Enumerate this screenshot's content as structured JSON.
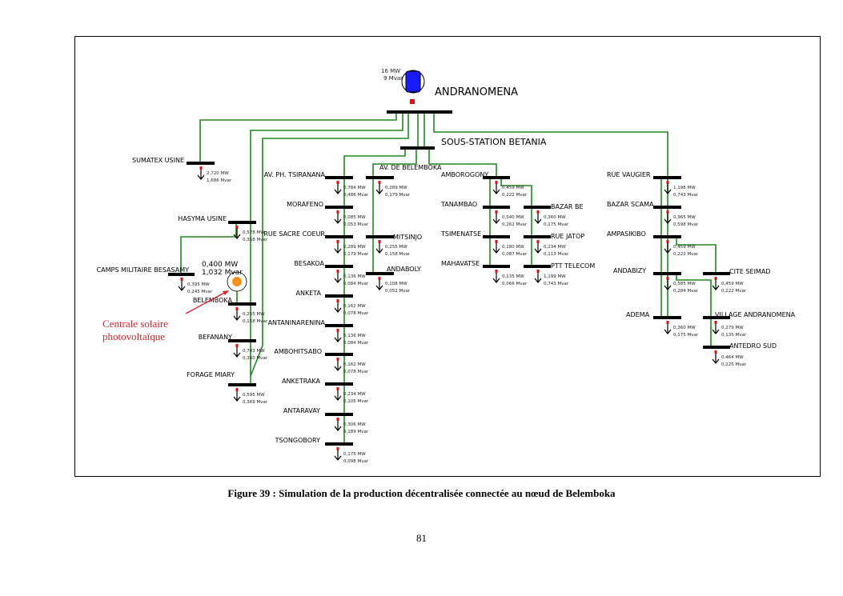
{
  "generator": {
    "name": "ANDRANOMENA",
    "p": "16 MW",
    "q": "9 Mvar"
  },
  "substation": {
    "name": "SOUS-STATION BETANIA"
  },
  "solar": {
    "p": "0,400 MW",
    "q": "1,032 Mvar",
    "label_line1": "Centrale solaire",
    "label_line2": "photovoltaïque",
    "color": "#f5901e"
  },
  "buses": [
    {
      "name": "SUMATEX USINE",
      "p": "2,720 MW",
      "q": "1,686 Mvar"
    },
    {
      "name": "HASYMA USINE",
      "p": "0,578 MW",
      "q": "0,358 Mvar"
    },
    {
      "name": "CAMPS MILITAIRE BESASAMY",
      "p": "0,395 MW",
      "q": "0,245 Mvar"
    },
    {
      "name": "BELEMBOKA",
      "p": "0,255 MW",
      "q": "0,158 Mvar"
    },
    {
      "name": "BEFANANY",
      "p": "0,743 MW",
      "q": "0,360 Mvar"
    },
    {
      "name": "FORAGE MIARY",
      "p": "0,595 MW",
      "q": "0,369 Mvar"
    },
    {
      "name": "AV. PH. TSIRANANA",
      "p": "0,784 MW",
      "q": "0,486 Mvar"
    },
    {
      "name": "MORAFENO",
      "p": "0,085 MW",
      "q": "0,053 Mvar"
    },
    {
      "name": "RUE SACRE COEUR",
      "p": "0,289 MW",
      "q": "0,179 Mvar"
    },
    {
      "name": "BESAKOA",
      "p": "0,136 MW",
      "q": "0,084 Mvar"
    },
    {
      "name": "ANKETA",
      "p": "0,162 MW",
      "q": "0,078 Mvar"
    },
    {
      "name": "ANTANINARENINA",
      "p": "0,136 MW",
      "q": "0,084 Mvar"
    },
    {
      "name": "AMBOHITSABO",
      "p": "0,162 MW",
      "q": "0,078 Mvar"
    },
    {
      "name": "ANKETRAKA",
      "p": "0,234 MW",
      "q": "0,105 Mvar"
    },
    {
      "name": "ANTARAVAY",
      "p": "0,306 MW",
      "q": "0,189 Mvar"
    },
    {
      "name": "TSONGOBORY",
      "p": "0,175 MW",
      "q": "0,098 Mvar"
    },
    {
      "name": "AV. DE BELEMBOKA",
      "p": "0,289 MW",
      "q": "0,179 Mvar"
    },
    {
      "name": "MITSINJO",
      "p": "0,255 MW",
      "q": "0,158 Mvar"
    },
    {
      "name": "ANDABOLY",
      "p": "0,108 MW",
      "q": "0,052 Mvar"
    },
    {
      "name": "AMBOROGONY",
      "p": "0,459 MW",
      "q": "0,222 Mvar"
    },
    {
      "name": "TANAMBAO",
      "p": "0,540 MW",
      "q": "0,262 Mvar"
    },
    {
      "name": "TSIMENATSE",
      "p": "0,180 MW",
      "q": "0,087 Mvar"
    },
    {
      "name": "MAHAVATSE",
      "p": "0,135 MW",
      "q": "0,066 Mvar"
    },
    {
      "name": "BAZAR BE",
      "p": "0,360 MW",
      "q": "0,175 Mvar"
    },
    {
      "name": "RUE JATOP",
      "p": "0,234 MW",
      "q": "0,113 Mvar"
    },
    {
      "name": "PTT TELECOM",
      "p": "1,199 MW",
      "q": "0,743 Mvar"
    },
    {
      "name": "RUE VAUGIER",
      "p": "1,198 MW",
      "q": "0,743 Mvar"
    },
    {
      "name": "BAZAR SCAMA",
      "p": "0,965 MW",
      "q": "0,598 Mvar"
    },
    {
      "name": "AMPASIKIBO",
      "p": "0,459 MW",
      "q": "0,222 Mvar"
    },
    {
      "name": "ANDABIZY",
      "p": "0,585 MW",
      "q": "0,284 Mvar"
    },
    {
      "name": "ADEMA",
      "p": "0,360 MW",
      "q": "0,175 Mvar"
    },
    {
      "name": "CITE SEIMAD",
      "p": "0,459 MW",
      "q": "0,222 Mvar"
    },
    {
      "name": "VILLAGE ANDRANOMENA",
      "p": "0,279 MW",
      "q": "0,135 Mvar"
    },
    {
      "name": "ANTEDRO SUD",
      "p": "0,464 MW",
      "q": "0,225 Mvar"
    }
  ],
  "caption": "Figure 39 : Simulation de la production décentralisée connectée au nœud de Belemboka",
  "page_number": "81",
  "colors": {
    "line": "#1d8a1d",
    "generator": "#1a1aff",
    "annotation": "#e0202a"
  }
}
